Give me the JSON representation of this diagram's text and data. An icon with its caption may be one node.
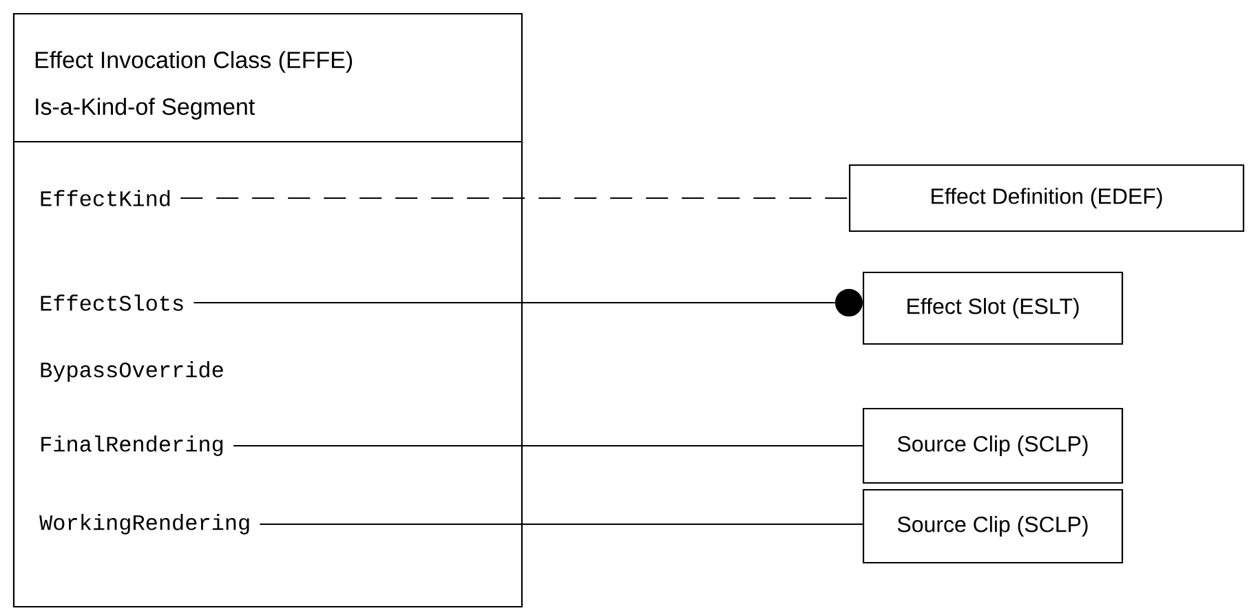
{
  "diagram": {
    "nodes": [
      {
        "text": [
          "Effect Invocation Class (EFFE)",
          "Is-a-Kind-of Segment"
        ]
      },
      {
        "text": [
          "EffectKind"
        ],
        "in": 0
      },
      {
        "text": [
          "EffectSlots"
        ],
        "in": 0
      },
      {
        "text": [
          "BypassOverride"
        ],
        "in": 0
      },
      {
        "text": [
          "FinalRendering"
        ],
        "in": 0
      },
      {
        "text": [
          "WorkingRendering"
        ],
        "in": 0
      },
      {
        "text": [
          "Effect Definition (EDEF)"
        ]
      },
      {
        "text": [
          "Effect Slot (ESLT)"
        ]
      },
      {
        "text": [
          "Source Clip (SCLP)"
        ]
      },
      {
        "text": [
          "Source Clip (SCLP)"
        ]
      }
    ],
    "edges": [
      {
        "from": 1,
        "to": 6,
        "arrow": "none",
        "style": "dashed"
      },
      {
        "from": 2,
        "to": 7,
        "arrow": "other"
      },
      {
        "from": 4,
        "to": 8,
        "arrow": "none"
      },
      {
        "from": 5,
        "to": 9,
        "arrow": "none"
      }
    ]
  }
}
